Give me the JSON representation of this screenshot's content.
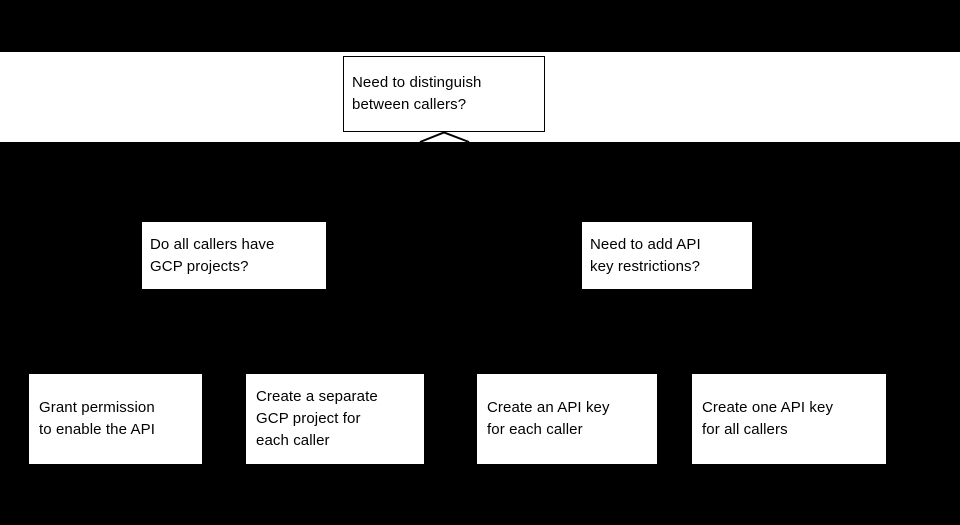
{
  "diagram": {
    "description": "Decision flowchart about distinguishing API callers",
    "root": {
      "text": "Need to distinguish\nbetween callers?"
    },
    "questions": [
      {
        "text": "Do all callers have\nGCP projects?"
      },
      {
        "text": "Need to add API\nkey restrictions?"
      }
    ],
    "leaves": [
      {
        "text": "Grant permission\nto enable the API"
      },
      {
        "text": "Create a separate\nGCP project for\neach caller"
      },
      {
        "text": "Create an API key\nfor each caller"
      },
      {
        "text": "Create one API key\nfor all callers"
      }
    ],
    "colors": {
      "background": "#000000",
      "band": "#ffffff",
      "box_fill": "#ffffff",
      "box_border": "#000000",
      "text": "#000000",
      "connector": "#000000"
    }
  }
}
